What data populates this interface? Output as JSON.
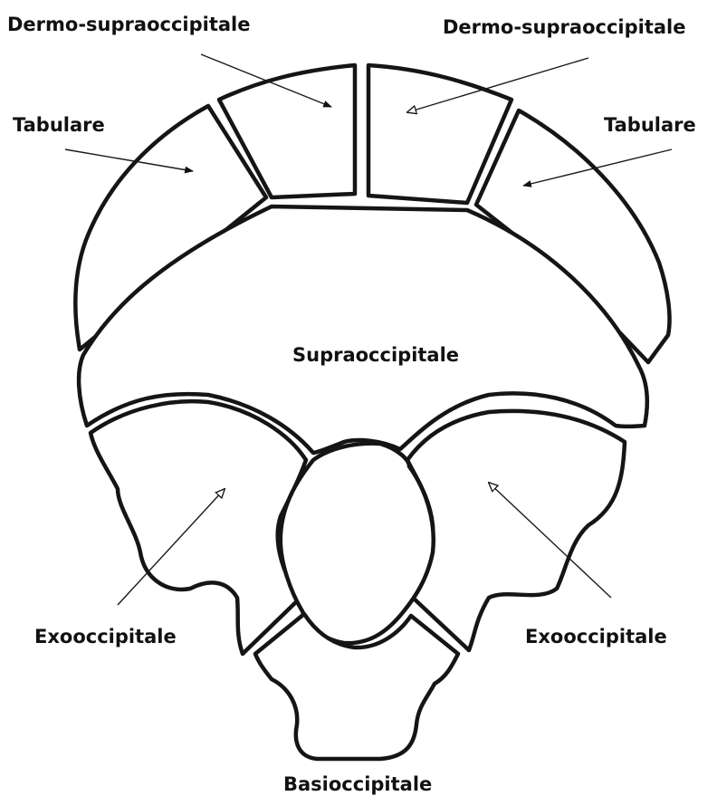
{
  "labels": {
    "dermo_supraoccipitale_left": "Dermo-supraoccipitale",
    "dermo_supraoccipitale_right": "Dermo-supraoccipitale",
    "tabulare_left": "Tabulare",
    "tabulare_right": "Tabulare",
    "supraoccipitale": "Supraoccipitale",
    "exooccipitale_left": "Exooccipitale",
    "exooccipitale_right": "Exooccipitale",
    "basioccipitale": "Basioccipitale"
  }
}
